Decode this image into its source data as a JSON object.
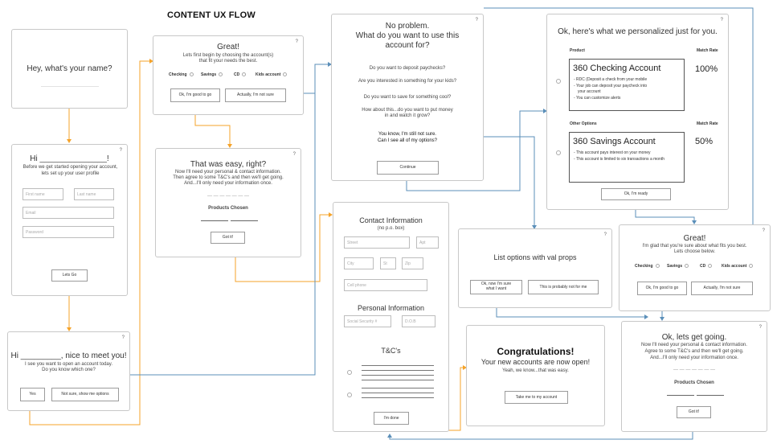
{
  "heading": "CONTENT UX FLOW",
  "help": "?",
  "name": {
    "question": "Hey, what's your name?"
  },
  "signup": {
    "greeting": "Hi _______________!",
    "intro": "Before we get started opening your account, lets set up your user profile",
    "first_name": "First name",
    "last_name": "Last name",
    "email": "Email",
    "password": "Password",
    "button": "Lets Go"
  },
  "meet": {
    "greeting": "Hi _________, nice to meet you!",
    "line1": "I see you want to open an account today.",
    "line2": "Do you know which one?",
    "yes": "Yes",
    "not_sure": "Not sure, show me options"
  },
  "great": {
    "title": "Great!",
    "line1": "Lets first begin by choosing the account(s)",
    "line2": "that fit your needs the best.",
    "checking": "Checking",
    "savings": "Savings",
    "cd": "CD",
    "kids": "Kids account",
    "good": "Ok, I'm good to go",
    "not_sure": "Actually, I'm not sure"
  },
  "easy": {
    "title": "That was easy, right?",
    "line1": "Now I'll need your personal & contact information.",
    "line2": "Then agree to some T&C's and then we'll get going.",
    "line3": "And...I'll only need your information once.",
    "dashes": "— — — — — — —",
    "products": "Products Chosen",
    "button": "Got it!"
  },
  "problem": {
    "title1": "No problem.",
    "title2": "What do you want to use this",
    "title3": "account for?",
    "q1": "Do you want to deposit paychecks?",
    "q2": "Are you interested in something for your kids?",
    "q3": "Do you want to save for something cool?",
    "q4a": "How about this...do you want to put money",
    "q4b": "in and watch it grow?",
    "unsure1": "You know, I'm still not sure.",
    "unsure2": "Can I see all of my options?",
    "button": "Continue"
  },
  "contact": {
    "title": "Contact Information",
    "sub": "(no p.o. box)",
    "street": "Street",
    "apt": "Apt",
    "city": "City",
    "st": "St",
    "zip": "Zip",
    "cell": "Cell phone",
    "personal": "Personal Information",
    "ssn": "Social Security #",
    "dob": "D.O.B",
    "tc": "T&C's",
    "button": "I'm done"
  },
  "personalized": {
    "title": "Ok, here's what we personalized just for you.",
    "product": "Product",
    "match": "Match Rate",
    "checking_name": "360 Checking Account",
    "checking_b1": "- RDC (Deposit a check from your mobile",
    "checking_b2": "- Your job can deposit your paycheck into",
    "checking_b3": "your account",
    "checking_b4": "- You can customize alerts",
    "checking_rate": "100%",
    "other": "Other Options",
    "savings_name": "360 Savings Account",
    "savings_b1": "- This account pays interest on your money",
    "savings_b2": "- This account is limited to six transactions a month",
    "savings_rate": "50%",
    "button": "Ok, I'm ready"
  },
  "list": {
    "title": "List options with val props",
    "opt1a": "Ok, now I'm sure",
    "opt1b": "what I want",
    "opt2": "This is probably not for me"
  },
  "glad": {
    "title": "Great!",
    "line1": "I'm glad that you're sure about what fits you best.",
    "line2": "Lets choose below.",
    "checking": "Checking",
    "savings": "Savings",
    "cd": "CD",
    "kids": "Kids account",
    "good": "Ok, I'm good to go",
    "not_sure": "Actually, I'm not sure"
  },
  "congrats": {
    "title": "Congratulations!",
    "line1": "Your new accounts are now open!",
    "line2": "Yeah, we know...that was easy.",
    "button": "Take me to my account"
  },
  "going": {
    "title": "Ok, lets get going.",
    "line1": "Now I'll need your personal & contact information.",
    "line2": "Agree to some T&C's and then we'll get going.",
    "line3": "And...I'll only need your information once.",
    "dashes": "— — — — — — —",
    "products": "Products Chosen",
    "button": "Got it!"
  },
  "colors": {
    "orange": "#f5a32a",
    "blue": "#5b8fb9",
    "border": "#c8c8c8"
  }
}
